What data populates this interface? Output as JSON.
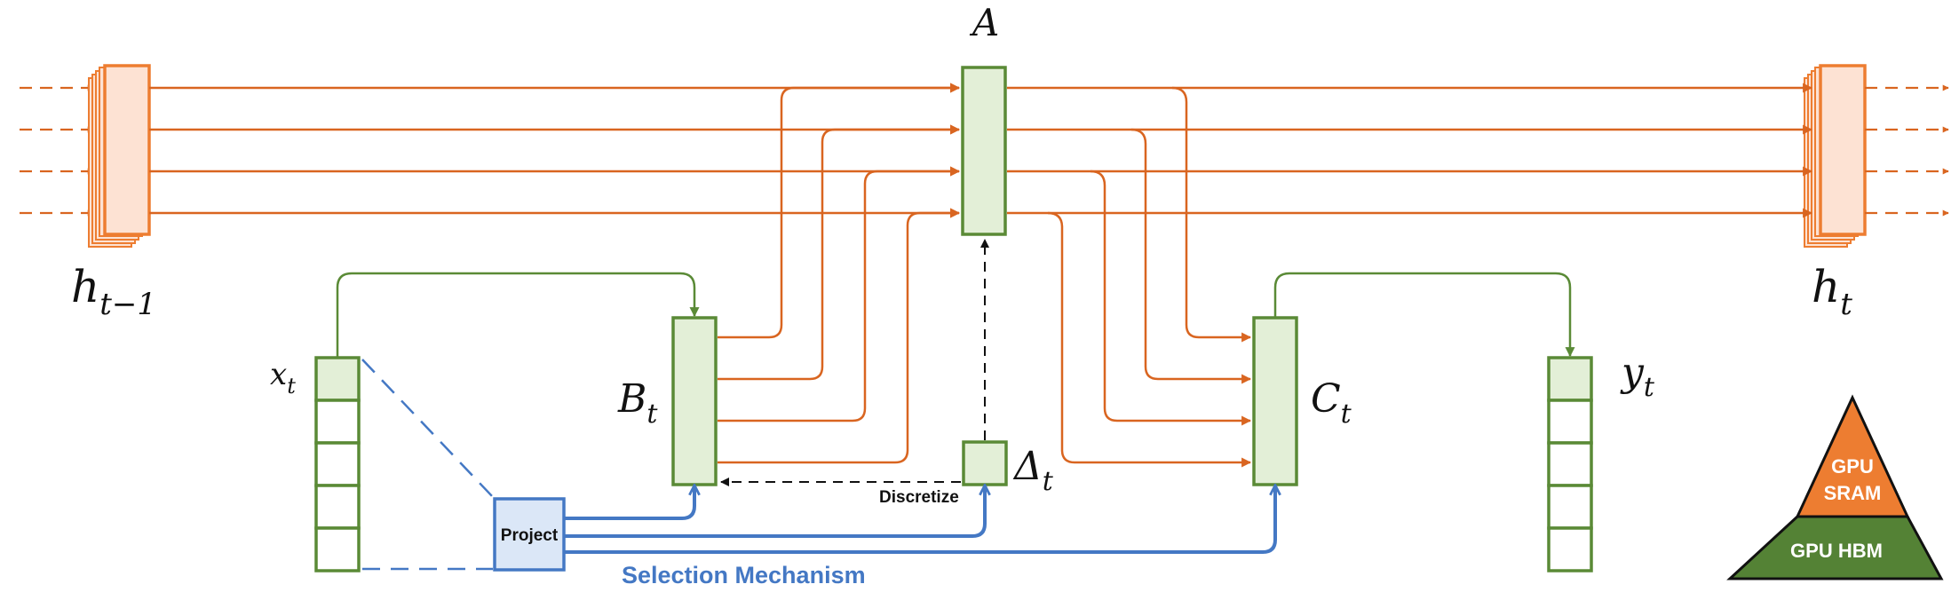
{
  "labels": {
    "A": "A",
    "h_prev": "h",
    "h_prev_sub": "t−1",
    "h_next": "h",
    "h_next_sub": "t",
    "x": "x",
    "x_sub": "t",
    "B": "B",
    "B_sub": "t",
    "C": "C",
    "C_sub": "t",
    "y": "y",
    "y_sub": "t",
    "Delta": "Δ",
    "Delta_sub": "t"
  },
  "text": {
    "project": "Project",
    "discretize": "Discretize",
    "selection_mechanism": "Selection Mechanism",
    "pyramid_top_line1": "GPU",
    "pyramid_top_line2": "SRAM",
    "pyramid_bottom": "GPU HBM"
  },
  "colors": {
    "state_orange": "#e06b1a",
    "state_fill": "#fde2d3",
    "green_stroke": "#5a8a36",
    "green_fill": "#e3efd7",
    "selection_blue": "#4478c4",
    "project_fill": "#dbe7f7",
    "sram_fill": "#ed7d31",
    "hbm_fill": "#548235"
  }
}
